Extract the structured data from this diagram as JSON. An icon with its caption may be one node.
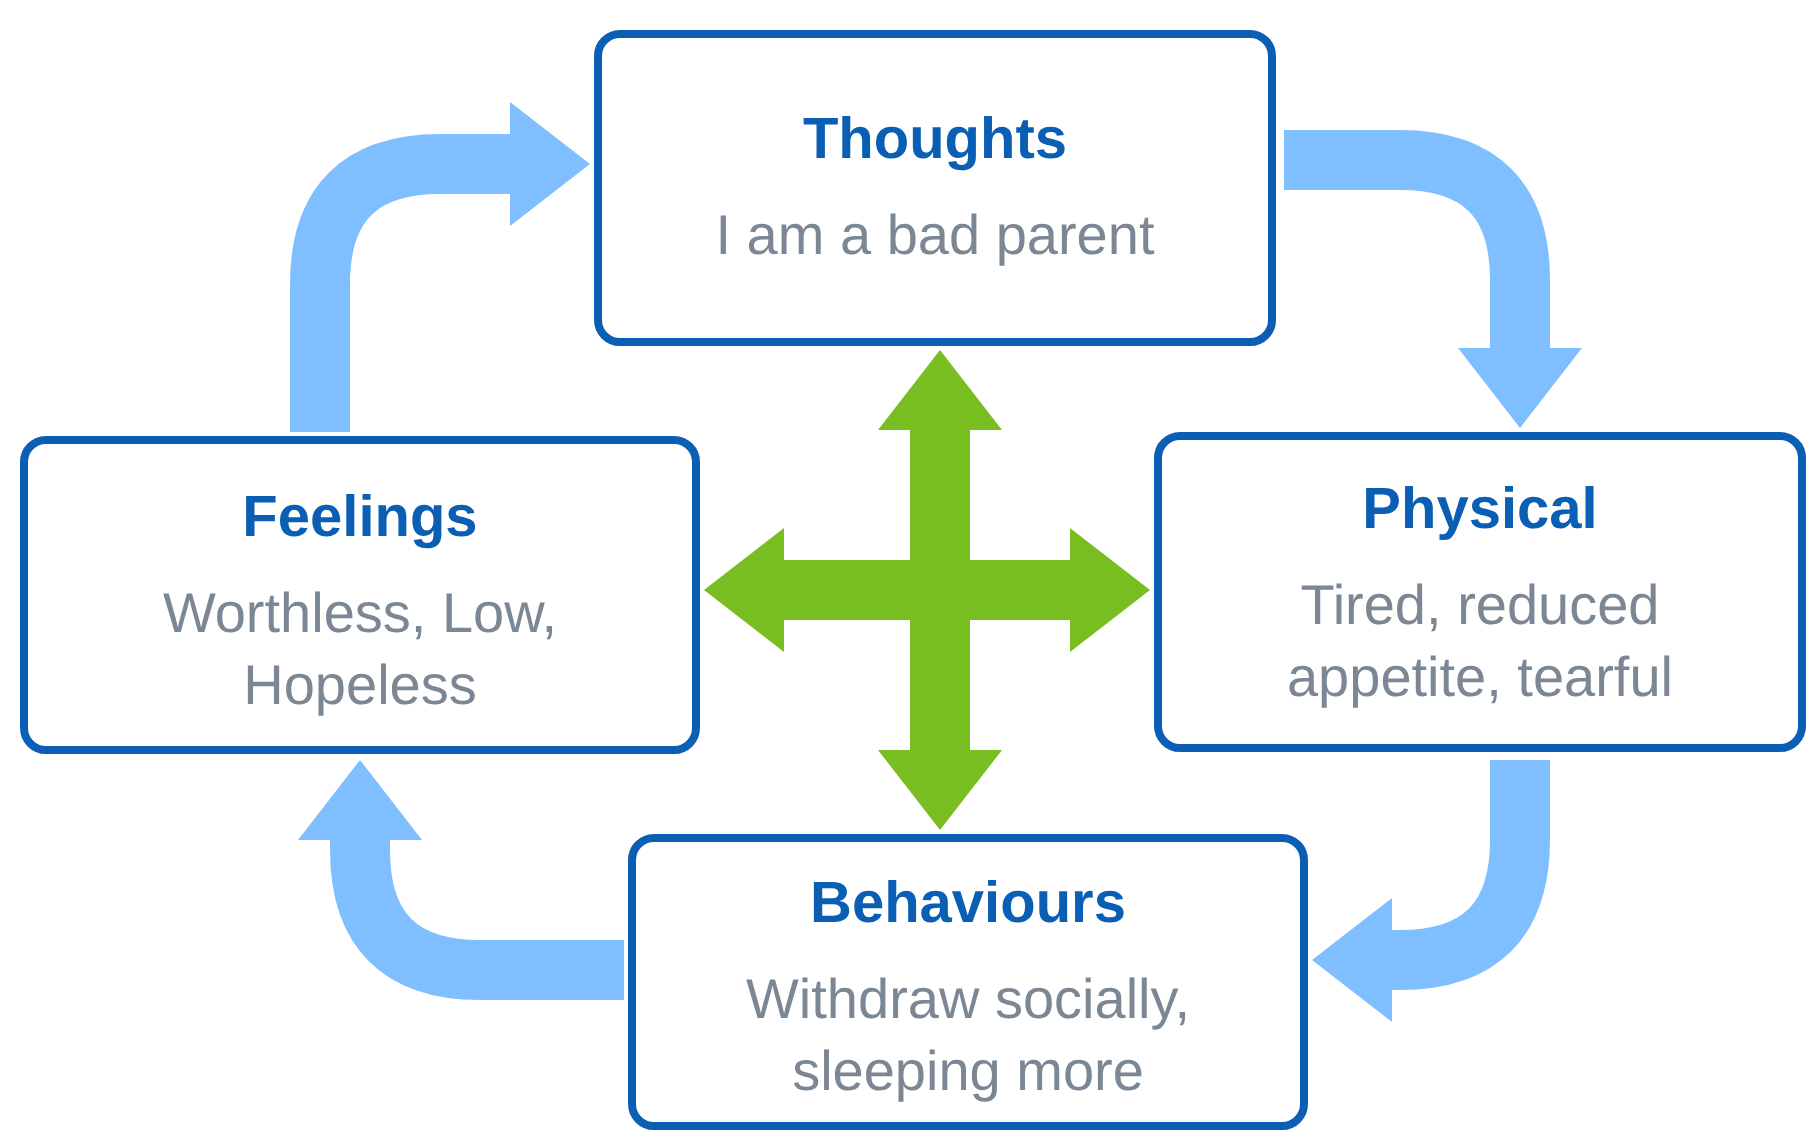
{
  "diagram": {
    "nodes": [
      {
        "text": [
          "Thoughts",
          "I am a bad parent"
        ]
      },
      {
        "text": [
          "Feelings",
          "Worthless, Low, Hopeless"
        ]
      },
      {
        "text": [
          "Physical",
          "Tired, reduced appetite, tearful"
        ]
      },
      {
        "text": [
          "Behaviours",
          "Withdraw socially, sleeping more"
        ]
      }
    ],
    "edges": [
      {
        "from": 0,
        "to": 2,
        "arrow": "to",
        "color": "#80bfff"
      },
      {
        "from": 2,
        "to": 3,
        "arrow": "to",
        "color": "#80bfff"
      },
      {
        "from": 3,
        "to": 1,
        "arrow": "to",
        "color": "#80bfff"
      },
      {
        "from": 1,
        "to": 0,
        "arrow": "to",
        "color": "#80bfff"
      },
      {
        "from": 0,
        "to": 3,
        "arrow": "both",
        "color": "#78be20"
      },
      {
        "from": 1,
        "to": 2,
        "arrow": "both",
        "color": "#78be20"
      }
    ]
  }
}
